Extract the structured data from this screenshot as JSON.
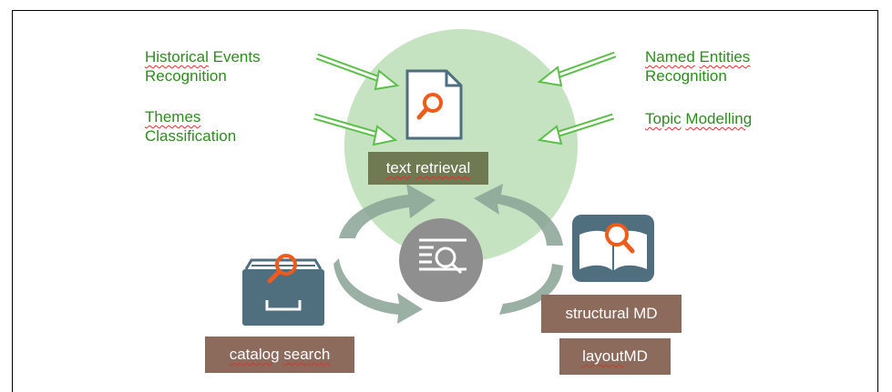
{
  "labels": {
    "historical_events_line1": "Historical",
    "historical_events_line1_rest": " Events",
    "historical_events_line2": "Recognition",
    "themes_line1": "Themes",
    "themes_line2": "Classification",
    "named_entities_line1_a": "Named",
    "named_entities_line1_b": "Entities",
    "named_entities_line2": "Recognition",
    "topic_modelling_a": "Topic",
    "topic_modelling_b": "Modelling"
  },
  "boxes": {
    "text_retrieval_a": "text",
    "text_retrieval_b": "retrieval",
    "catalog_search_a": "catalog",
    "catalog_search_b": "search",
    "structural_md": "structural MD",
    "layout_md_a": "layout",
    "layout_md_b": " MD"
  },
  "colors": {
    "label_green": "#2e8b1f",
    "circle_green": "#bfe0b9",
    "box_brown": "#8c6a5c",
    "box_olive": "#6f7a52",
    "icon_slate": "#4f6f7f",
    "magnifier_orange": "#f05a1a",
    "cycle_arrow": "#7f9a8b"
  }
}
